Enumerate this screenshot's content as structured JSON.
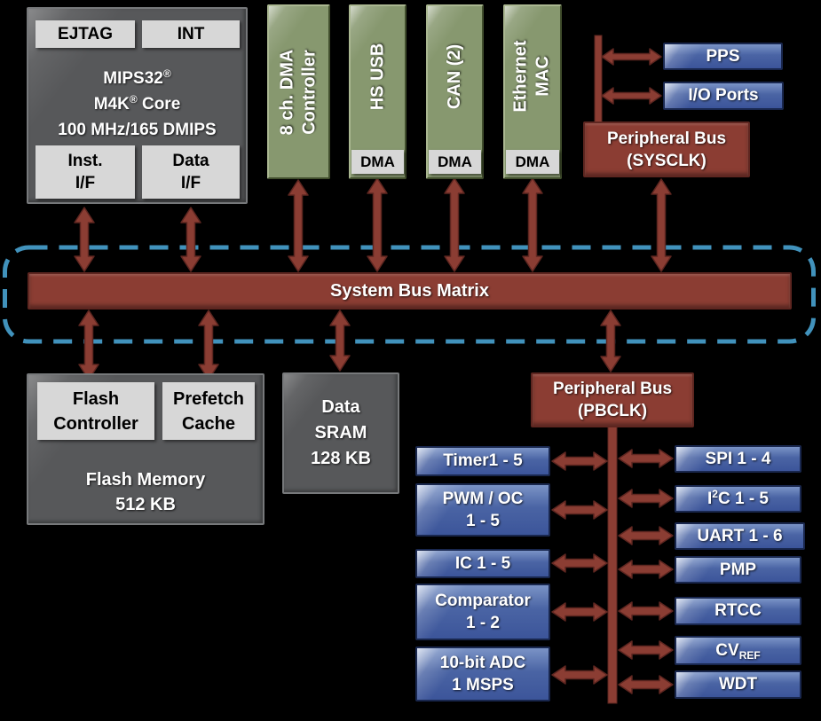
{
  "cpu": {
    "ejtag": "EJTAG",
    "int": "INT",
    "title_l1": "MIPS32",
    "title_l1_sup": "®",
    "title_l2a": "M4K",
    "title_l2_sup": "®",
    "title_l2b": " Core",
    "title_l3": "100 MHz/165 DMIPS",
    "inst_l1": "Inst.",
    "inst_l2": "I/F",
    "data_l1": "Data",
    "data_l2": "I/F"
  },
  "top_blocks": {
    "dma_ctrl_l1": "8 ch. DMA",
    "dma_ctrl_l2": "Controller",
    "usb": "HS USB",
    "usb_dma": "DMA",
    "can": "CAN (2)",
    "can_dma": "DMA",
    "eth_l1": "Ethernet",
    "eth_l2": "MAC",
    "eth_dma": "DMA"
  },
  "right_top": {
    "pps": "PPS",
    "io_ports": "I/O Ports",
    "sysclk_l1": "Peripheral Bus",
    "sysclk_l2": "(SYSCLK)"
  },
  "bus": {
    "label": "System Bus Matrix"
  },
  "memory": {
    "flash_ctrl_l1": "Flash",
    "flash_ctrl_l2": "Controller",
    "prefetch_l1": "Prefetch",
    "prefetch_l2": "Cache",
    "flash_l1": "Flash Memory",
    "flash_l2": "512 KB",
    "sram_l1": "Data",
    "sram_l2": "SRAM",
    "sram_l3": "128 KB"
  },
  "pbclk": {
    "l1": "Peripheral Bus",
    "l2": "(PBCLK)"
  },
  "peripherals_left": {
    "timer": "Timer1 - 5",
    "pwm_l1": "PWM / OC",
    "pwm_l2": "1 - 5",
    "ic": "IC 1 - 5",
    "comp_l1": "Comparator",
    "comp_l2": "1 - 2",
    "adc_l1": "10-bit ADC",
    "adc_l2": "1 MSPS"
  },
  "peripherals_right": {
    "spi": "SPI 1 - 4",
    "i2c_pre": "I",
    "i2c_sup": "2",
    "i2c_post": "C 1 - 5",
    "uart": "UART 1 - 6",
    "pmp": "PMP",
    "rtcc": "RTCC",
    "cv_pre": "CV",
    "cv_sub": "REF",
    "wdt": "WDT"
  },
  "colors": {
    "background": "#000000",
    "maroon": "#8b3d33",
    "maroon_edge": "#5e2620",
    "green": "#87986f",
    "blue": "#3c559a",
    "gray_block": "#57585a",
    "light_gray": "#d7d7d7",
    "dashed_border": "#4192bc"
  }
}
